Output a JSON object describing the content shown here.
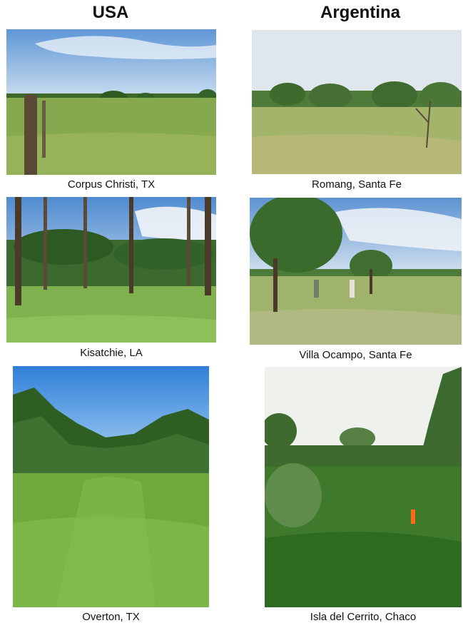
{
  "headers": {
    "left": "USA",
    "right": "Argentina"
  },
  "photos": [
    {
      "id": "corpus-christi",
      "caption": "Corpus Christi, TX"
    },
    {
      "id": "romang",
      "caption": "Romang, Santa Fe"
    },
    {
      "id": "kisatchie",
      "caption": "Kisatchie, LA"
    },
    {
      "id": "villa-ocampo",
      "caption": "Villa Ocampo, Santa Fe"
    },
    {
      "id": "overton",
      "caption": "Overton, TX"
    },
    {
      "id": "isla-del-cerrito",
      "caption": "Isla del Cerrito, Chaco"
    }
  ],
  "colors": {
    "sky": "#6f9fd8",
    "grass": "#7fa548",
    "dark_foliage": "#2f5a22"
  }
}
